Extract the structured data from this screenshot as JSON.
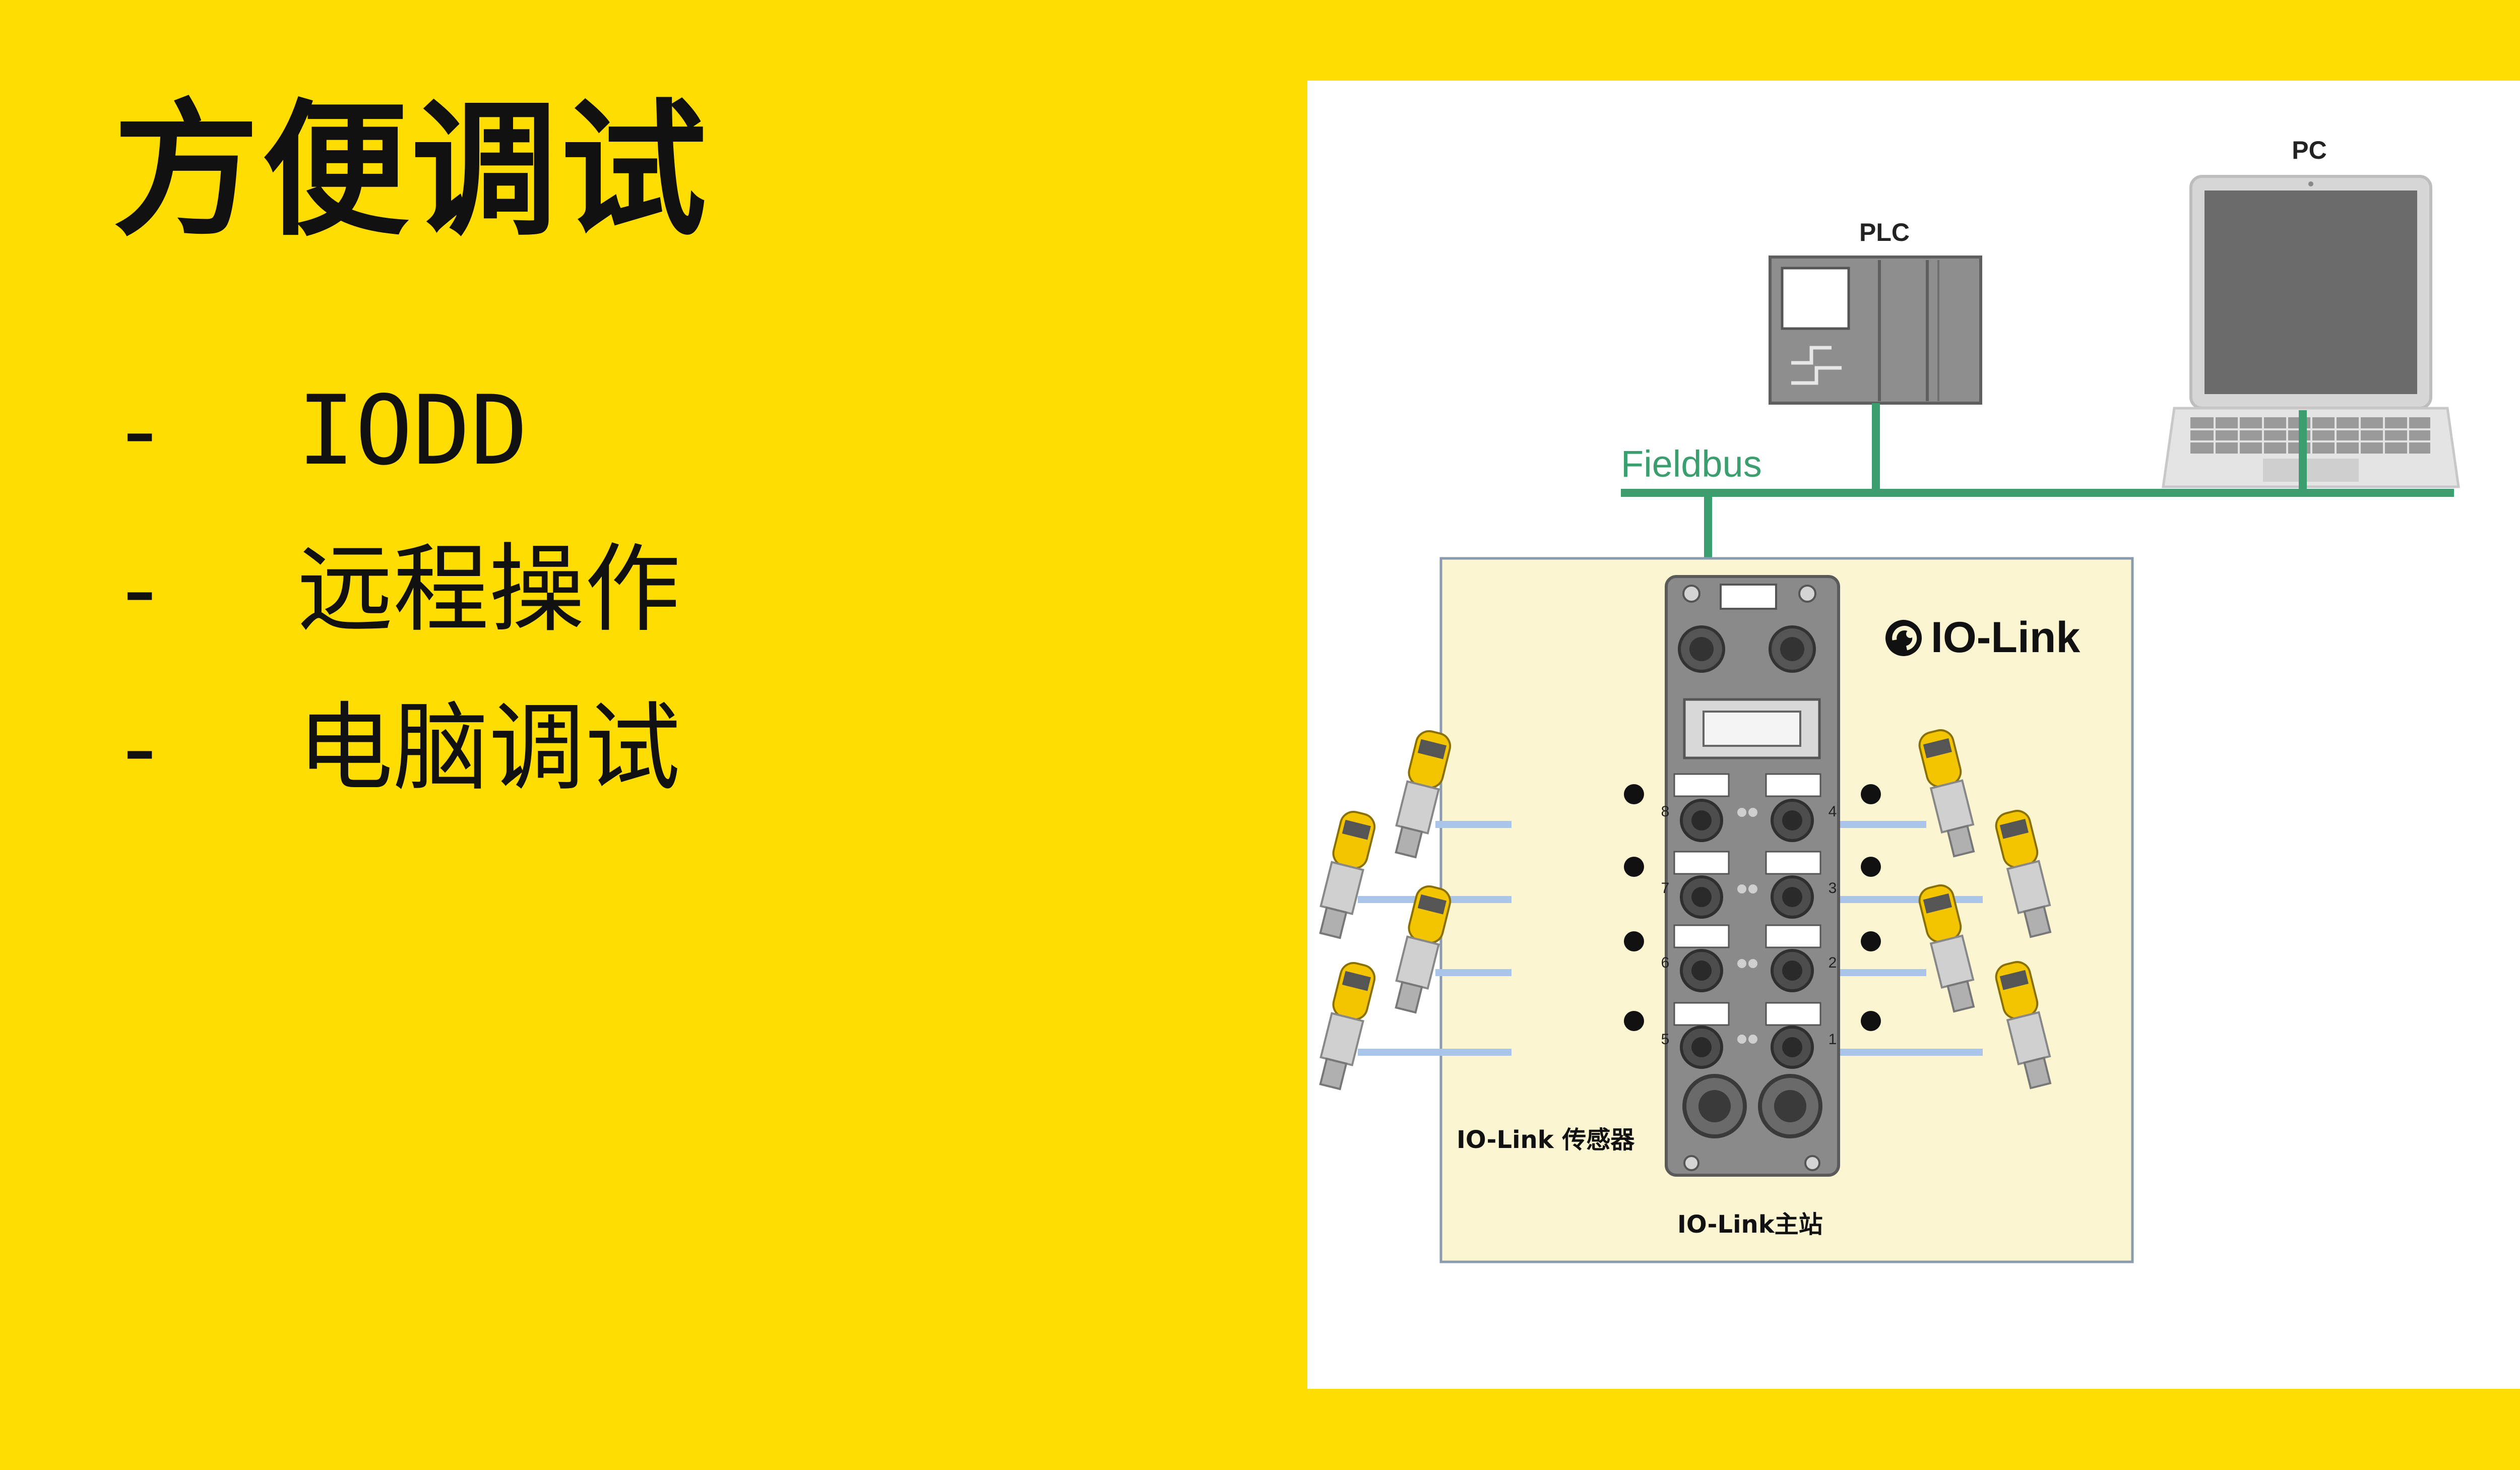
{
  "slide": {
    "title": "方便调试",
    "bullets": [
      {
        "dash": "-",
        "text": "IODD"
      },
      {
        "dash": "-",
        "text": "远程操作"
      },
      {
        "dash": "-",
        "text": "电脑调试"
      }
    ]
  },
  "diagram": {
    "pc_label": "PC",
    "plc_label": "PLC",
    "fieldbus_label": "Fieldbus",
    "brand_label": "IO-Link",
    "sensors_label": "IO-Link 传感器",
    "master_label": "IO-Link主站",
    "port_numbers_left": [
      "8",
      "7",
      "6",
      "5"
    ],
    "port_numbers_right": [
      "4",
      "3",
      "2",
      "1"
    ],
    "colors": {
      "background": "#FFDD00",
      "fieldbus": "#3A9E6E",
      "iolink_box": "#FCF5D2",
      "cable": "#A9C6EA",
      "sensor_yellow": "#F2C500",
      "device_gray": "#8A8A8A"
    }
  }
}
